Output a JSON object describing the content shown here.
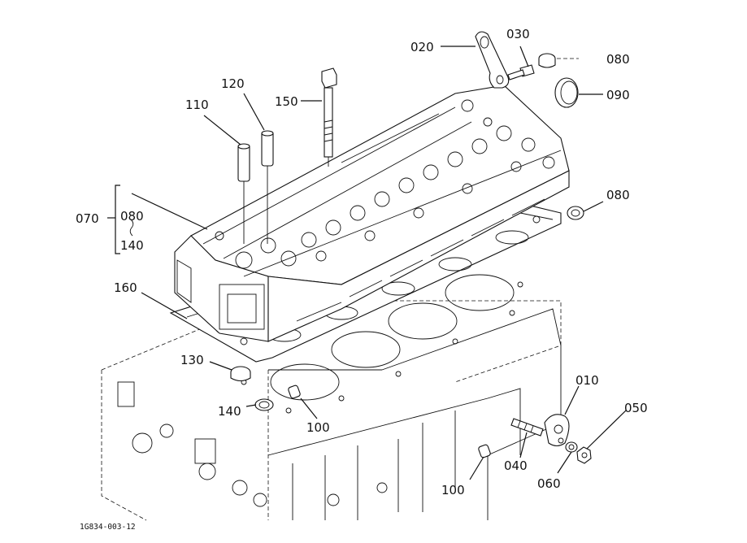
{
  "drawing_id": "1G834-003-12",
  "callouts": {
    "c010": "010",
    "c020": "020",
    "c030": "030",
    "c040": "040",
    "c050": "050",
    "c060": "060",
    "c070": "070",
    "c080_top": "080",
    "c080_right": "080",
    "c080_group": "080",
    "c090": "090",
    "c100_left": "100",
    "c100_right": "100",
    "c110": "110",
    "c120": "120",
    "c130": "130",
    "c140_group": "140",
    "c140_lower": "140",
    "c150": "150",
    "c160": "160"
  }
}
